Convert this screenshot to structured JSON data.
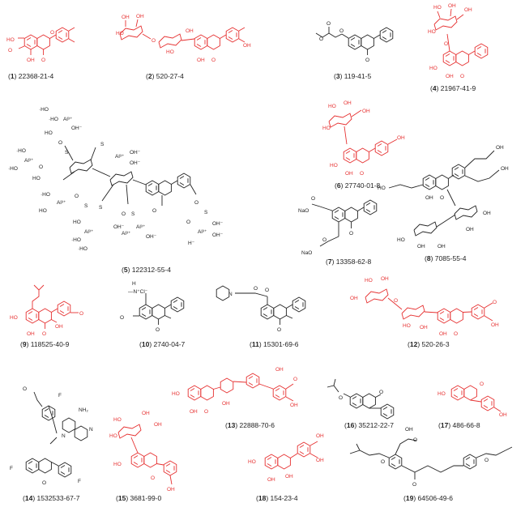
{
  "compounds": [
    {
      "num": "1",
      "cas": "22368-21-4",
      "color": "red"
    },
    {
      "num": "2",
      "cas": "520-27-4",
      "color": "red"
    },
    {
      "num": "3",
      "cas": "119-41-5",
      "color": "black"
    },
    {
      "num": "4",
      "cas": "21967-41-9",
      "color": "red"
    },
    {
      "num": "5",
      "cas": "122312-55-4",
      "color": "black"
    },
    {
      "num": "6",
      "cas": "27740-01-8",
      "color": "red"
    },
    {
      "num": "7",
      "cas": "13358-62-8",
      "color": "black"
    },
    {
      "num": "8",
      "cas": "7085-55-4",
      "color": "black"
    },
    {
      "num": "9",
      "cas": "118525-40-9",
      "color": "red"
    },
    {
      "num": "10",
      "cas": "2740-04-7",
      "color": "black"
    },
    {
      "num": "11",
      "cas": "15301-69-6",
      "color": "black"
    },
    {
      "num": "12",
      "cas": "520-26-3",
      "color": "red"
    },
    {
      "num": "13",
      "cas": "22888-70-6",
      "color": "red"
    },
    {
      "num": "14",
      "cas": "1532533-67-7",
      "color": "black"
    },
    {
      "num": "15",
      "cas": "3681-99-0",
      "color": "red"
    },
    {
      "num": "16",
      "cas": "35212-22-7",
      "color": "black"
    },
    {
      "num": "17",
      "cas": "486-66-8",
      "color": "red"
    },
    {
      "num": "18",
      "cas": "154-23-4",
      "color": "red"
    },
    {
      "num": "19",
      "cas": "64506-49-6",
      "color": "black"
    }
  ],
  "colors": {
    "highlight": "#e63030",
    "normal": "#222222"
  }
}
